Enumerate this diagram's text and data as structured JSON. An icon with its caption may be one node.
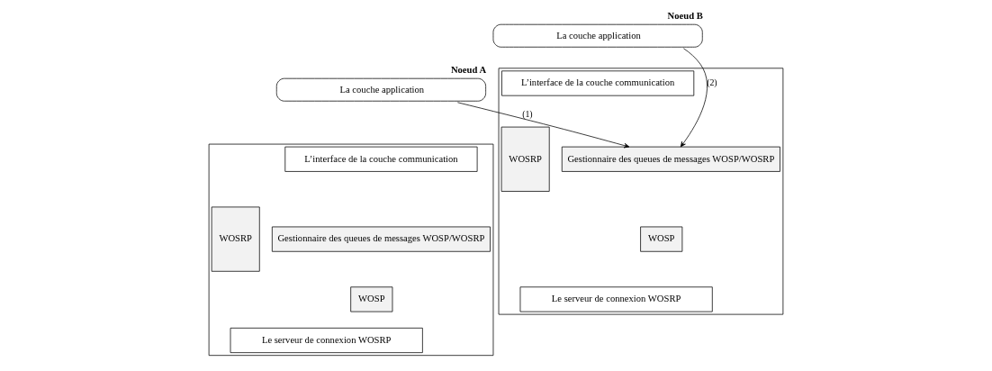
{
  "diagram": {
    "nodes": [
      {
        "text": [
          "La couche application"
        ],
        "beside": [
          "Noeud A"
        ]
      },
      {
        "text": [],
        "shape": "box"
      },
      {
        "text": [
          "L’interface de la couche communication"
        ],
        "in": 1
      },
      {
        "text": [
          "WOSRP"
        ],
        "in": 1
      },
      {
        "text": [
          "Gestionnaire des queues de messages WOSP/WOSRP"
        ],
        "in": 1
      },
      {
        "text": [
          "WOSP"
        ],
        "in": 1
      },
      {
        "text": [
          "Le serveur de connexion WOSRP"
        ],
        "in": 1
      },
      {
        "text": [
          "La couche application"
        ],
        "beside": [
          "Noeud B"
        ]
      },
      {
        "text": [],
        "shape": "box"
      },
      {
        "text": [
          "L’interface de la couche communication"
        ],
        "in": 8
      },
      {
        "text": [
          "WOSRP"
        ],
        "in": 8
      },
      {
        "text": [
          "Gestionnaire des queues de messages WOSP/WOSRP"
        ],
        "in": 8
      },
      {
        "text": [
          "WOSP"
        ],
        "in": 8
      },
      {
        "text": [
          "Le serveur de connexion WOSRP"
        ],
        "in": 8
      }
    ],
    "edges": [
      {
        "from": 0,
        "to": 11,
        "arrow": "to",
        "label": "(1)"
      },
      {
        "from": 7,
        "to": 11,
        "arrow": "to",
        "label": "(2)"
      }
    ]
  }
}
